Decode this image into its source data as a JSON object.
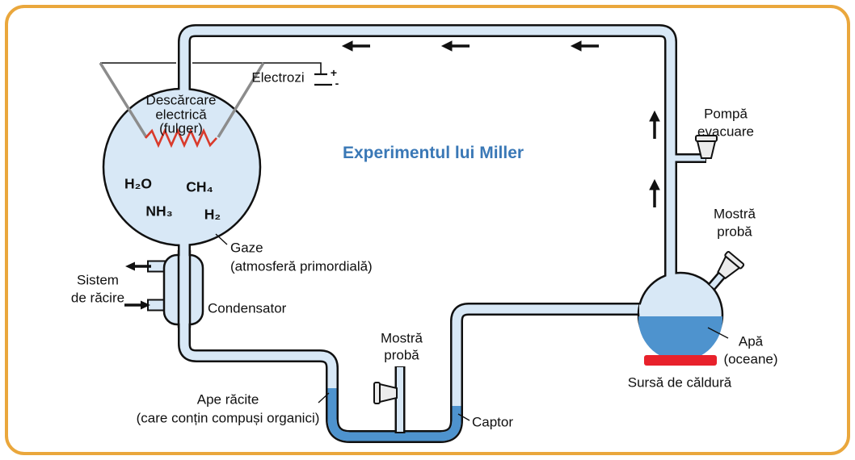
{
  "title": "Experimentul lui Miller",
  "colors": {
    "frame_border": "#EAA73C",
    "tube_fill": "#D8E8F6",
    "flask_fill": "#D8E8F6",
    "water": "#4E93CE",
    "spark": "#D93A2B",
    "heat": "#E8212B",
    "title_text": "#3A78B6",
    "electrode_gray": "#8C8C8C",
    "outline": "#111111"
  },
  "labels": {
    "electrozi": "Electrozi",
    "battery_plus": "+",
    "battery_minus": "-",
    "descarcare_1": "Descărcare",
    "descarcare_2": "electrică",
    "descarcare_3": "(fulger)",
    "gas_h2o": "H₂O",
    "gas_ch4": "CH₄",
    "gas_nh3": "NH₃",
    "gas_h2": "H₂",
    "gaze_1": "Gaze",
    "gaze_2": "(atmosferă primordială)",
    "racire_1": "Sistem",
    "racire_2": "de răcire",
    "condensator": "Condensator",
    "ape_racite_1": "Ape răcite",
    "ape_racite_2": "(care conțin compuși organici)",
    "mostra_jos_1": "Mostră",
    "mostra_jos_2": "probă",
    "captor": "Captor",
    "pompa_1": "Pompă",
    "pompa_2": "evacuare",
    "mostra_dreapta_1": "Mostră",
    "mostra_dreapta_2": "probă",
    "apa_1": "Apă",
    "apa_2": "(oceane)",
    "sursa_caldura": "Sursă de căldură"
  }
}
